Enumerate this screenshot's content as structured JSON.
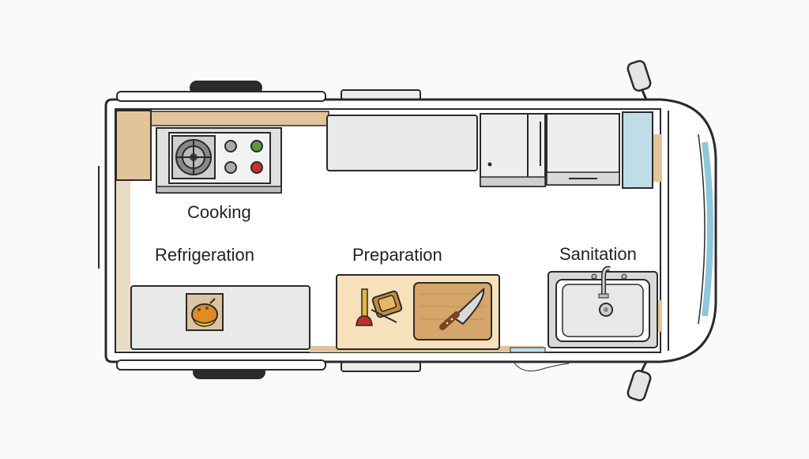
{
  "labels": {
    "cooking": "Cooking",
    "refrigeration": "Refrigeration",
    "preparation": "Preparation",
    "sanitation": "Sanitation"
  },
  "colors": {
    "outline": "#2a2a2a",
    "background": "#fafafa",
    "vehicle_body": "#ffffff",
    "counter_gray": "#e9e9e9",
    "wood": "#e3c49a",
    "cutting_board": "#d6a56a",
    "window_blue": "#bfdde6",
    "stove_knob_red": "#c8302c",
    "stove_knob_green": "#5a9a3a",
    "knife_handle": "#7a4422",
    "plunger_red": "#b8322a"
  },
  "icons": {
    "stove": "stove-icon",
    "food": "food-icon",
    "knife": "knife-icon",
    "plunger": "plunger-icon",
    "bread": "bread-icon",
    "sink": "sink-icon",
    "faucet": "faucet-icon"
  }
}
